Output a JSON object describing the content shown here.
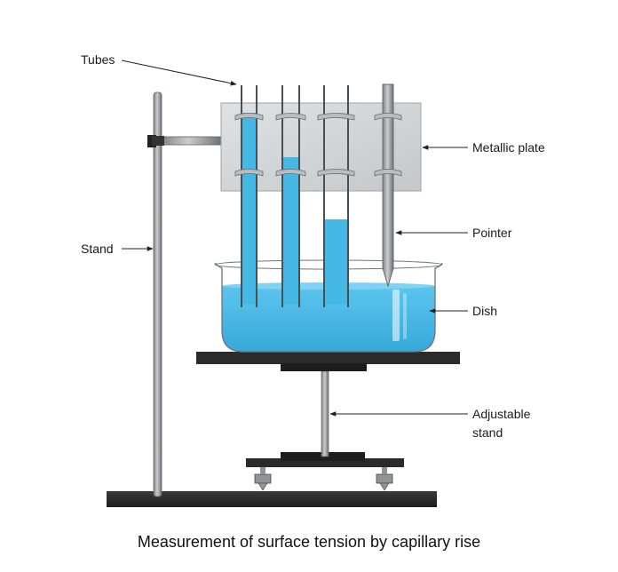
{
  "labels": {
    "tubes": "Tubes",
    "metallic_plate": "Metallic plate",
    "pointer": "Pointer",
    "stand": "Stand",
    "dish": "Dish",
    "adjustable_stand_line1": "Adjustable",
    "adjustable_stand_line2": "stand"
  },
  "caption": "Measurement of surface tension by capillary rise",
  "colors": {
    "liquid": "#45b8e6",
    "metal_plate": "#d3d6d8",
    "rod": "#9a9fa3",
    "base": "#2b2b2b"
  }
}
